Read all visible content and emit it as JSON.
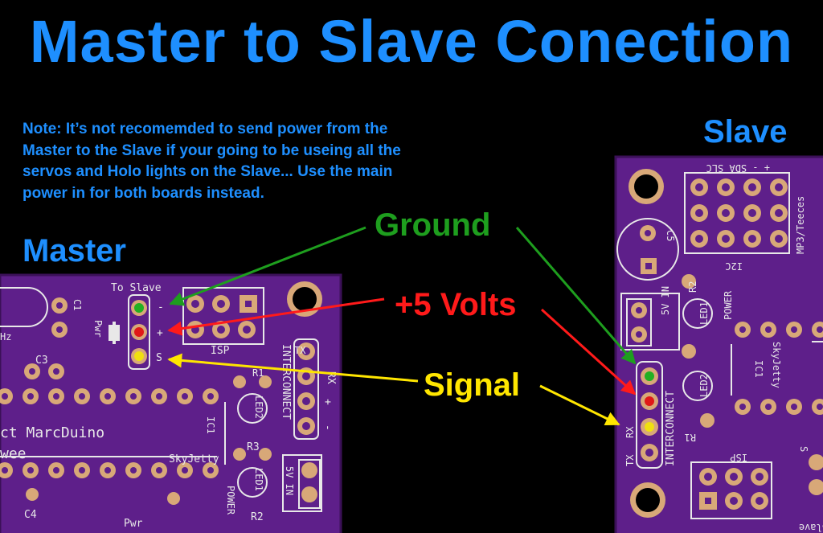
{
  "title": "Master to Slave Conection",
  "note": "Note: It’s not recomemded to send power from the Master to the Slave if your going to be useing all the servos and Holo lights on the Slave...   Use the main power in for both boards instead.",
  "labels": {
    "master": "Master",
    "slave": "Slave"
  },
  "callouts": {
    "ground": {
      "text": "Ground",
      "color": "#1e9e1e"
    },
    "volts": {
      "text": "+5 Volts",
      "color": "#ff1a1a"
    },
    "signal": {
      "text": "Signal",
      "color": "#ffe600"
    }
  },
  "colors": {
    "board": "#5e1f8a",
    "board_dark": "#4a1770",
    "silk": "#e8e8e8",
    "pad": "#d8a878",
    "accent": "#1e8fff"
  },
  "master_board": {
    "header_label": "To Slave",
    "pin_labels": [
      "-",
      "+",
      "S"
    ],
    "silk": {
      "isp": "ISP",
      "c1": "C1",
      "c3": "C3",
      "c4": "C4",
      "pwr": "Pwr",
      "pwr2": "Pwr",
      "interconnect": "INTERCONNECT",
      "tx": "TX",
      "rx": "RX",
      "plus": "+",
      "minus": "-",
      "led2": "LED2",
      "led1": "LED1",
      "r3": "R3",
      "r2": "R2",
      "r1": "R1",
      "ic1": "IC1",
      "skyjetty": "SkyJetty",
      "power": "POWER",
      "fivev": "5V IN",
      "marcduino": "ct MarcDuino",
      "wee": "wee",
      "hz": "Hz"
    }
  },
  "slave_board": {
    "silk": {
      "top": "+ - SDA SLC",
      "i2c": "I2C",
      "mp3": "MP3/Teeces",
      "c5": "C5",
      "r2": "R2",
      "led1": "LED1",
      "power": "POWER",
      "fivev": "5V IN",
      "skyjetty": "SkyJetty",
      "ic1": "IC1",
      "led2": "LED2",
      "r1": "R1",
      "interconnect": "INTERCONNECT",
      "tx": "TX",
      "rx": "RX",
      "isp": "ISP",
      "slave": "Slave",
      "s": "S"
    }
  }
}
